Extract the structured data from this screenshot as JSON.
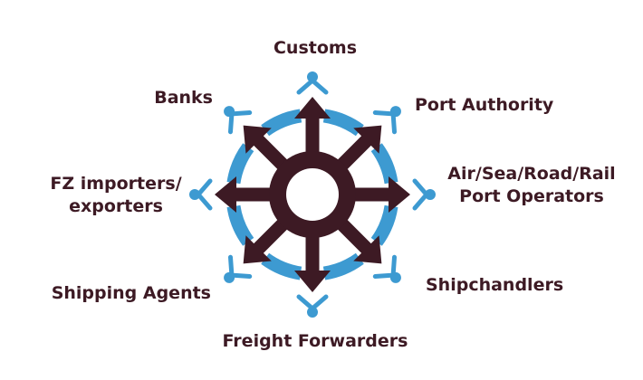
{
  "colors": {
    "arrow": "#3d1a24",
    "ring": "#3d9ad1",
    "connector": "#3d9ad1",
    "text": "#3d1a24",
    "hub": "#ffffff"
  },
  "nodes": {
    "customs": {
      "lines": [
        "Customs"
      ]
    },
    "port_authority": {
      "lines": [
        "Port Authority"
      ]
    },
    "port_operators": {
      "lines": [
        "Air/Sea/Road/Rail",
        "Port Operators"
      ]
    },
    "shipchandlers": {
      "lines": [
        "Shipchandlers"
      ]
    },
    "freight_forwarders": {
      "lines": [
        "Freight Forwarders"
      ]
    },
    "shipping_agents": {
      "lines": [
        "Shipping Agents"
      ]
    },
    "fz_importers": {
      "lines": [
        "FZ importers/",
        "exporters"
      ]
    },
    "banks": {
      "lines": [
        "Banks"
      ]
    }
  }
}
